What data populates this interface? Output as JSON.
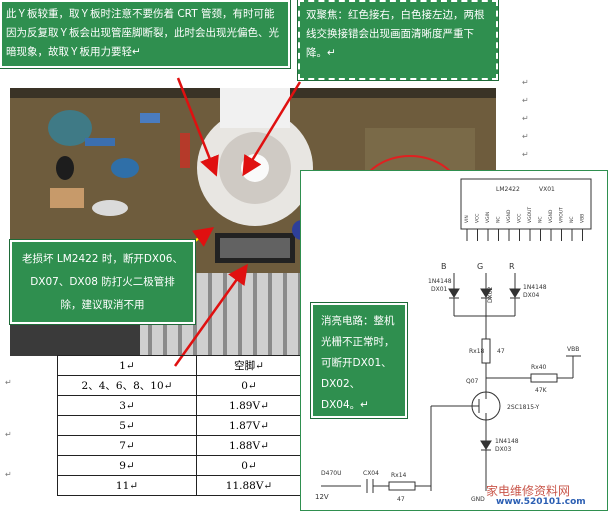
{
  "notes": {
    "yboard": "此Ｙ板较重，取Ｙ板时注意不要伤着 CRT 管颈，有时可能因为反复取Ｙ板会出现管座脚断裂，此时会出现光偏色、光暗现象，故取Ｙ板用力要轻↵",
    "focus": "双聚焦：红色接右，白色接左边，两根线交换接错会出现画面清晰度严重下降。↵",
    "lm2422": "老损坏 LM2422 时，断开DX06、DX07、DX08 防打火二极管排除，建议取消不用",
    "blanking": "消亮电路：整机光栅不正常时，可断开DX01、DX02、DX04。↵"
  },
  "pin_table": {
    "header": {
      "pin": "1↵",
      "value": "空脚↵"
    },
    "rows": [
      {
        "pin": "2、4、6、8、10↵",
        "value": "0↵"
      },
      {
        "pin": "3↵",
        "value": "1.89V↵"
      },
      {
        "pin": "5↵",
        "value": "1.87V↵"
      },
      {
        "pin": "7↵",
        "value": "1.88V↵"
      },
      {
        "pin": "9↵",
        "value": "0↵"
      },
      {
        "pin": "11↵",
        "value": "11.88V↵"
      }
    ]
  },
  "chip": {
    "name": "LM2422",
    "ref": "VX01",
    "pins": [
      "VIN",
      "VCC",
      "VGIN",
      "NC",
      "VGND",
      "VCC",
      "VGOUT",
      "NC",
      "VGND",
      "VROUT",
      "NC",
      "VBB"
    ]
  },
  "schematic": {
    "channels": [
      "B",
      "G",
      "R"
    ],
    "dx01": "1N4148\nDX01",
    "dx02": "DX02",
    "dx04": "1N4148\nDX04",
    "rx18": "Rx18\n47",
    "rx40": "Rx40\n47K",
    "vbb": "VBB",
    "q07": "Q07",
    "transistor": "2SC1815-Y",
    "dx03": "1N4148\nDX03",
    "gnd": "GND",
    "d470u": "D470U",
    "cx04": "CX04",
    "rx14": "Rx14\n47",
    "v12": "12V"
  },
  "watermark": {
    "line1": "家电维修资料网",
    "line2": "www.520101.com"
  }
}
